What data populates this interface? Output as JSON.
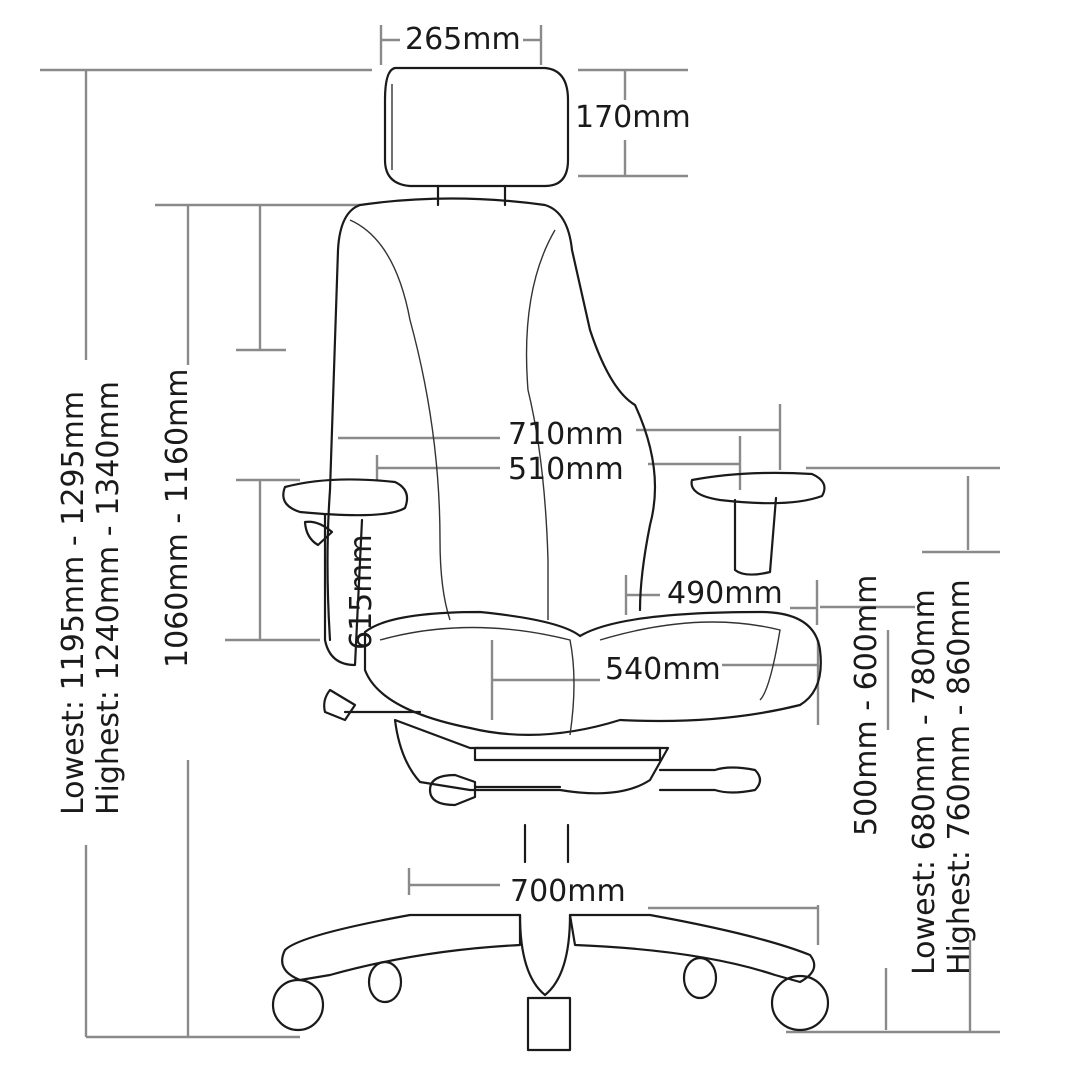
{
  "colors": {
    "line": "#1a1a1a",
    "dimension_line": "#8a8a8a",
    "background": "#ffffff"
  },
  "dimensions": {
    "headrest_width": "265mm",
    "headrest_height": "170mm",
    "overall_width": "710mm",
    "inner_width": "510mm",
    "arm_height": "615mm",
    "seat_depth": "490mm",
    "seat_width": "540mm",
    "base_diameter": "700mm",
    "back_height": "1060mm - 1160mm",
    "overall_height": "Lowest: 1195mm - 1295mm\nHighest: 1240mm - 1340mm",
    "seat_height": "500mm - 600mm",
    "arm_from_floor": "Lowest: 680mm - 780mm\nHighest: 760mm - 860mm"
  }
}
